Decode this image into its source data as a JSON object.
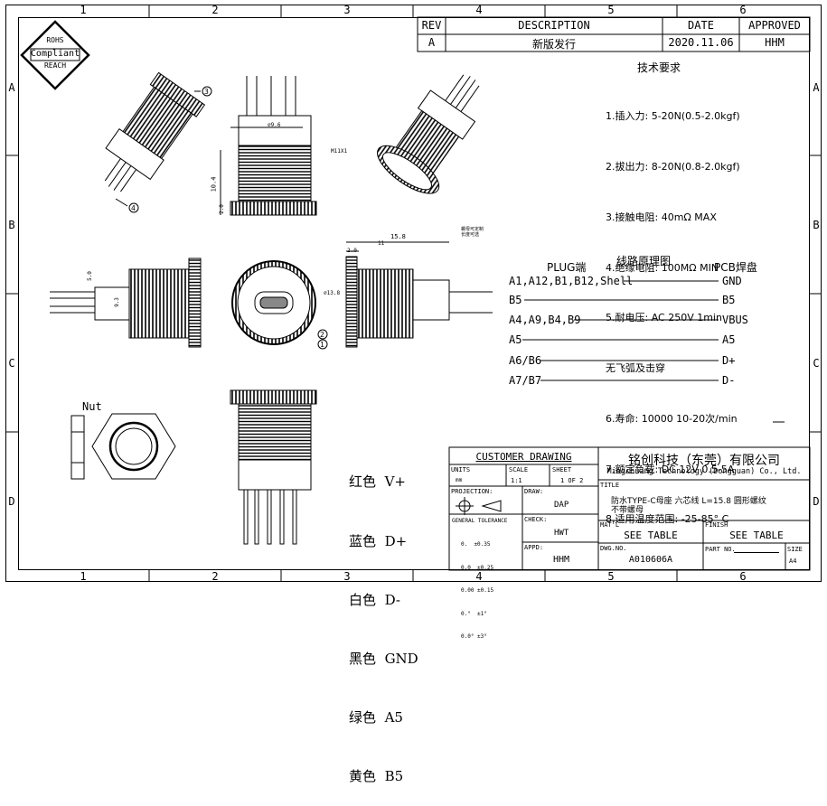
{
  "zones": {
    "cols": [
      "1",
      "2",
      "3",
      "4",
      "5",
      "6"
    ],
    "rows": [
      "A",
      "B",
      "C",
      "D"
    ]
  },
  "revision": {
    "headers": {
      "rev": "REV",
      "description": "DESCRIPTION",
      "date": "DATE",
      "approved": "APPROVED"
    },
    "row": {
      "rev": "A",
      "description": "新版发行",
      "date": "2020.11.06",
      "approved": "HHM"
    }
  },
  "compliance": {
    "line1": "ROHS",
    "line2": "Compliant",
    "line3": "REACH"
  },
  "requirements": {
    "title": "技术要求",
    "items": [
      "1.插入力: 5-20N(0.5-2.0kgf)",
      "2.拔出力: 8-20N(0.8-2.0kgf)",
      "3.接触电阻: 40mΩ MAX",
      "4.绝缘电阻: 100MΩ MIN",
      "5.耐电压: AC 250V 1min",
      "无飞弧及击穿",
      "6.寿命: 10000 10-20次/min",
      "7.额定负载: DC 12V 0.5-5A",
      "8.适用温度范围: -25-85° C"
    ]
  },
  "circuit": {
    "title": "线路原理图",
    "left_header": "PLUG端",
    "right_header": "PCB焊盘",
    "rows": [
      {
        "left": "A1,A12,B1,B12,Shell",
        "right": "GND"
      },
      {
        "left": "B5",
        "right": "B5"
      },
      {
        "left": "A4,A9,B4,B9",
        "right": "VBUS"
      },
      {
        "left": "A5",
        "right": "A5"
      },
      {
        "left": "A6/B6",
        "right": "D+"
      },
      {
        "left": "A7/B7",
        "right": "D-"
      }
    ]
  },
  "wire_colors": [
    {
      "color": "红色",
      "signal": "V+"
    },
    {
      "color": "蓝色",
      "signal": "D+"
    },
    {
      "color": "白色",
      "signal": "D-"
    },
    {
      "color": "黑色",
      "signal": "GND"
    },
    {
      "color": "绿色",
      "signal": "A5"
    },
    {
      "color": "黄色",
      "signal": "B5"
    }
  ],
  "dimensions": {
    "d96": "⌀9.6",
    "thread": "M11X1",
    "h104": "10.4",
    "h20a": "2.0",
    "l158": "15.8",
    "l20": "2.0",
    "l11": "11",
    "w50": "5.0",
    "w93": "9.3",
    "d138": "⌀13.8",
    "note": "螺母可定制\n长度可选",
    "nut_label": "Nut",
    "balloon1": "1",
    "balloon2": "2",
    "balloon3": "3",
    "balloon4": "4"
  },
  "title_block": {
    "customer_drawing": "CUSTOMER DRAWING",
    "units_label": "UNITS",
    "units_value": "mm",
    "scale_label": "SCALE",
    "scale_value": "1:1",
    "sheet_label": "SHEET",
    "sheet_value": "1 OF 2",
    "projection_label": "PROJECTION:",
    "draw_label": "DRAW:",
    "draw_value": "DAP",
    "check_label": "CHECK:",
    "check_value": "HWT",
    "appd_label": "APPD:",
    "appd_value": "HHM",
    "tol_header": "GENERAL TOLERANCE",
    "tolerances": [
      "0.  ±0.35",
      "0.0  ±0.25",
      "0.00 ±0.15",
      "0.°  ±1°",
      "0.0° ±3°"
    ],
    "company_cn": "铭创科技（东莞）有限公司",
    "company_en": "Mingchuang Technology (Dongguan) Co., Ltd.",
    "title_label": "TITLE",
    "title_value": "防水TYPE-C母座 六芯线 L=15.8 圆形螺纹\n不带螺母",
    "matl_label": "MAT'L",
    "matl_value": "SEE TABLE",
    "finish_label": "FINISH",
    "finish_value": "SEE TABLE",
    "dwg_label": "DWG.NO.",
    "dwg_value": "A010606A",
    "part_label": "PART NO.",
    "part_value": "",
    "size_label": "SIZE",
    "size_value": "A4"
  }
}
